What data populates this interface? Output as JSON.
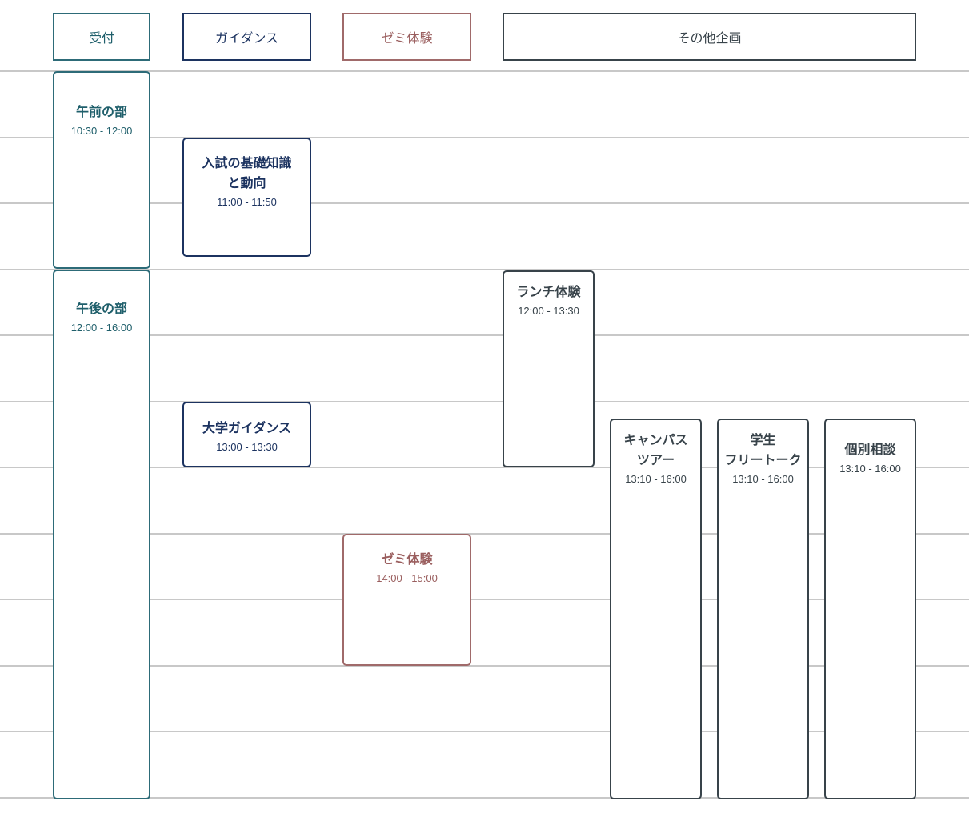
{
  "headers": {
    "reception": "受付",
    "guidance": "ガイダンス",
    "seminar": "ゼミ体験",
    "other": "その他企画"
  },
  "events": {
    "morning": {
      "title": "午前の部",
      "time": "10:30 - 12:00"
    },
    "afternoon": {
      "title": "午後の部",
      "time": "12:00 - 16:00"
    },
    "exam_basics": {
      "title": "入試の基礎知識\nと動向",
      "time": "11:00 - 11:50"
    },
    "univ_guidance": {
      "title": "大学ガイダンス",
      "time": "13:00 - 13:30"
    },
    "seminar_trial": {
      "title": "ゼミ体験",
      "time": "14:00 - 15:00"
    },
    "lunch": {
      "title": "ランチ体験",
      "time": "12:00 - 13:30"
    },
    "campus_tour": {
      "title": "キャンパス\nツアー",
      "time": "13:10 - 16:00"
    },
    "student_talk": {
      "title": "学生\nフリートーク",
      "time": "13:10 - 16:00"
    },
    "consultation": {
      "title": "個別相談",
      "time": "13:10 - 16:00"
    }
  },
  "colors": {
    "reception": "#2d6b78",
    "guidance": "#1c3360",
    "seminar": "#a06a6a",
    "other": "#38434a",
    "gridline": "#c8c8c8"
  }
}
